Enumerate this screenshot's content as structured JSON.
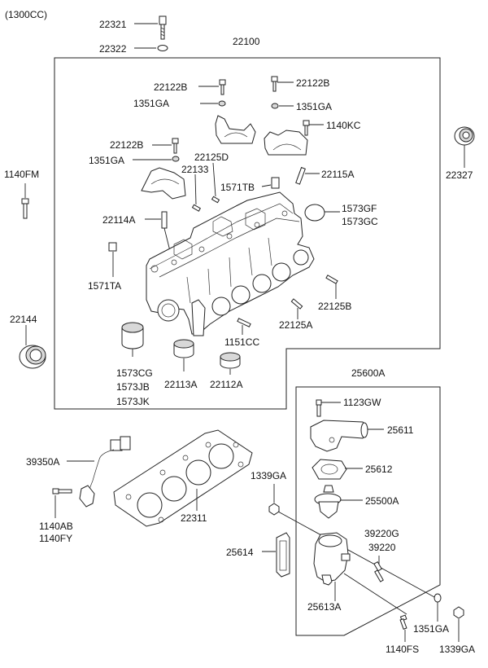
{
  "variant": "(1300CC)",
  "labels": {
    "p22321": "22321",
    "p22322": "22322",
    "p22100": "22100",
    "p22122B_a": "22122B",
    "p22122B_b": "22122B",
    "p22122B_c": "22122B",
    "p1351GA_a": "1351GA",
    "p1351GA_b": "1351GA",
    "p1351GA_c": "1351GA",
    "p1351GA_d": "1351GA",
    "p1140KC": "1140KC",
    "p22125D": "22125D",
    "p22133": "22133",
    "p1571TB": "1571TB",
    "p22115A": "22115A",
    "p1573GF": "1573GF",
    "p1573GC": "1573GC",
    "p22114A": "22114A",
    "p1571TA": "1571TA",
    "p22125B": "22125B",
    "p22125A": "22125A",
    "p1151CC": "1151CC",
    "p1573CG": "1573CG",
    "p1573JB": "1573JB",
    "p1573JK": "1573JK",
    "p22113A": "22113A",
    "p22112A": "22112A",
    "p1140FM": "1140FM",
    "p22327": "22327",
    "p22144": "22144",
    "p39350A": "39350A",
    "p1140AB": "1140AB",
    "p1140FY": "1140FY",
    "p22311": "22311",
    "p1339GA_a": "1339GA",
    "p1339GA_b": "1339GA",
    "p25600A": "25600A",
    "p1123GW": "1123GW",
    "p25611": "25611",
    "p25612": "25612",
    "p25500A": "25500A",
    "p39220G": "39220G",
    "p39220": "39220",
    "p25614": "25614",
    "p25613A": "25613A",
    "p1140FS": "1140FS"
  }
}
